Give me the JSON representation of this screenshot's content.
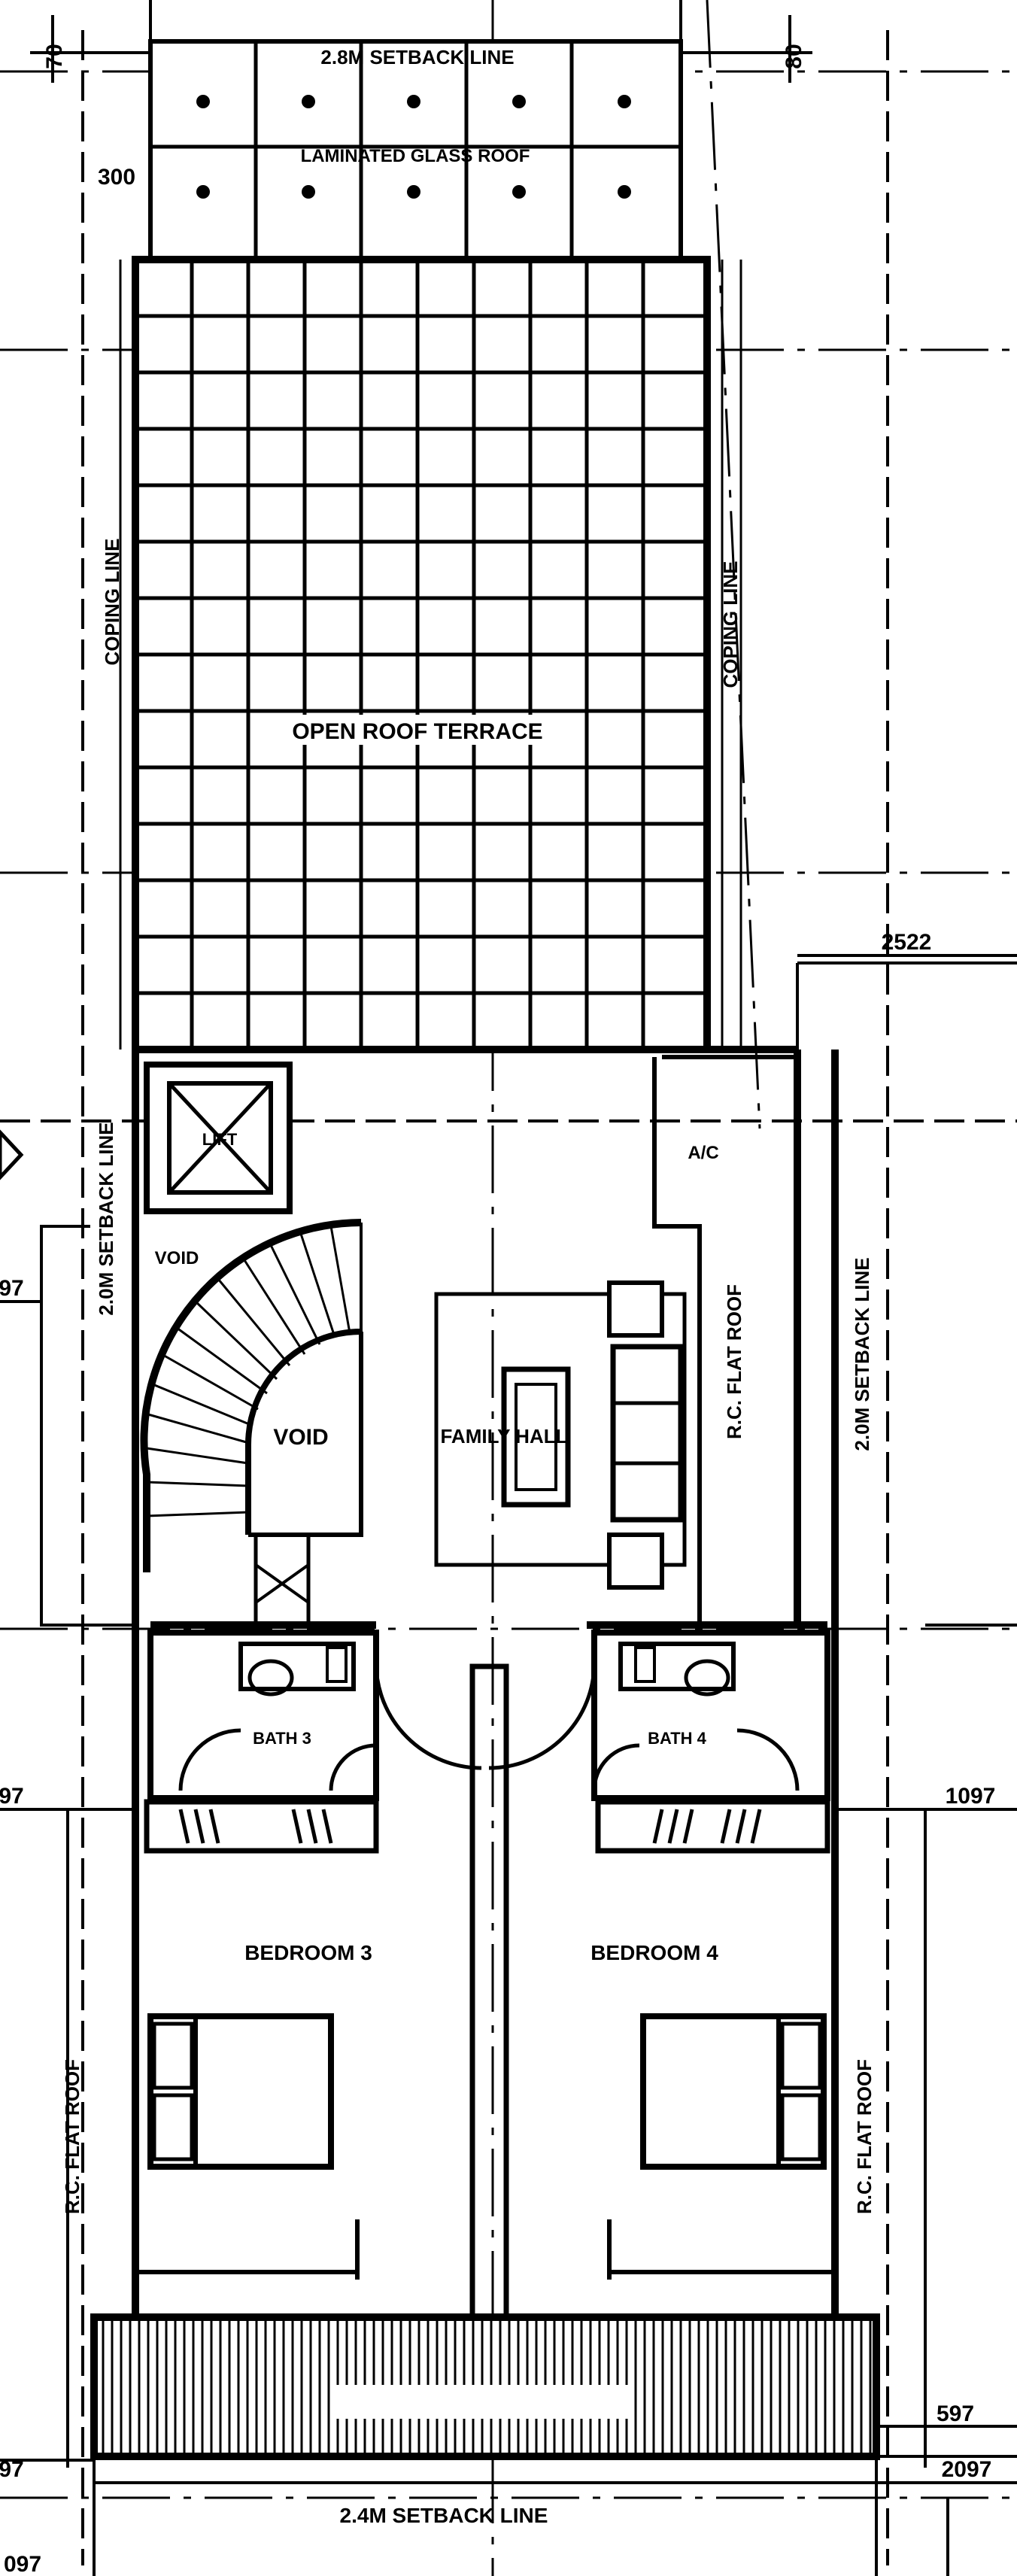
{
  "labels": {
    "top_setback": "2.8M SETBACK LINE",
    "laminated_glass_roof": "LAMINATED GLASS ROOF",
    "open_roof_terrace": "OPEN ROOF TERRACE",
    "lift": "LIFT",
    "ac": "A/C",
    "void_small": "VOID",
    "void_stair": "VOID",
    "family_hall": "FAMILY HALL",
    "bath_3": "BATH 3",
    "bath_4": "BATH 4",
    "bedroom_3": "BEDROOM 3",
    "bedroom_4": "BEDROOM 4",
    "bottom_setback": "2.4M SETBACK LINE",
    "left_setback": "2.0M SETBACK LINE",
    "right_setback": "2.0M SETBACK LINE",
    "rc_flat_roof_right_upper": "R.C. FLAT ROOF",
    "rc_flat_roof_left_lower": "R.C. FLAT ROOF",
    "rc_flat_roof_right_lower": "R.C. FLAT ROOF",
    "coping_left": "COPING LINE",
    "coping_right": "COPING LINE"
  },
  "dimensions": {
    "top_left": "70",
    "top_right": "80",
    "upper_left": "300",
    "right_upper": "2522",
    "left_mid": "97",
    "left_lower": "97",
    "right_lower": "1097",
    "bottom_right_1": "597",
    "bottom_right_2": "2097",
    "bottom_left": "97",
    "bottom_left_2": "097"
  }
}
